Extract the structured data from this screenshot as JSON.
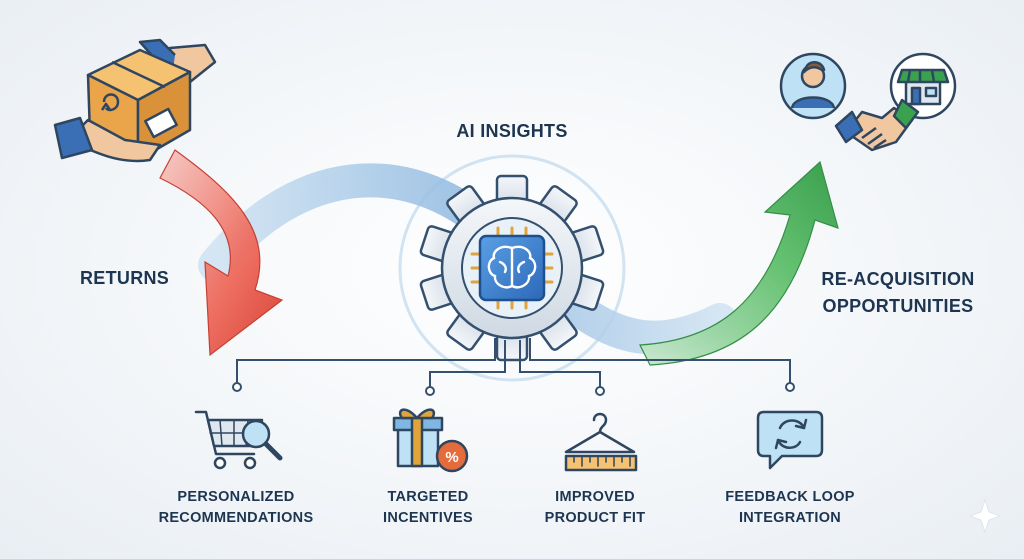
{
  "center": {
    "title": "AI INSIGHTS"
  },
  "left": {
    "label": "RETURNS"
  },
  "right": {
    "line1": "RE-ACQUISITION",
    "line2": "OPPORTUNITIES"
  },
  "steps": [
    {
      "line1": "PERSONALIZED",
      "line2": "RECOMMENDATIONS",
      "icon": "cart-magnifier-icon"
    },
    {
      "line1": "TARGETED",
      "line2": "INCENTIVES",
      "icon": "gift-discount-icon"
    },
    {
      "line1": "IMPROVED",
      "line2": "PRODUCT FIT",
      "icon": "hanger-ruler-icon"
    },
    {
      "line1": "FEEDBACK LOOP",
      "line2": "INTEGRATION",
      "icon": "feedback-loop-icon"
    }
  ],
  "icons": {
    "returns": "box-hands-icon",
    "center": "brain-chip-gear-icon",
    "reacquisition": "customer-store-handshake-icon"
  },
  "colors": {
    "text": "#1d3550",
    "returns_arrow": "#e2463a",
    "reacquisition_arrow": "#3aa24e",
    "flow": "#9cc3e3",
    "gear": "#e4ebf2",
    "chip": "#3a7fd0"
  }
}
